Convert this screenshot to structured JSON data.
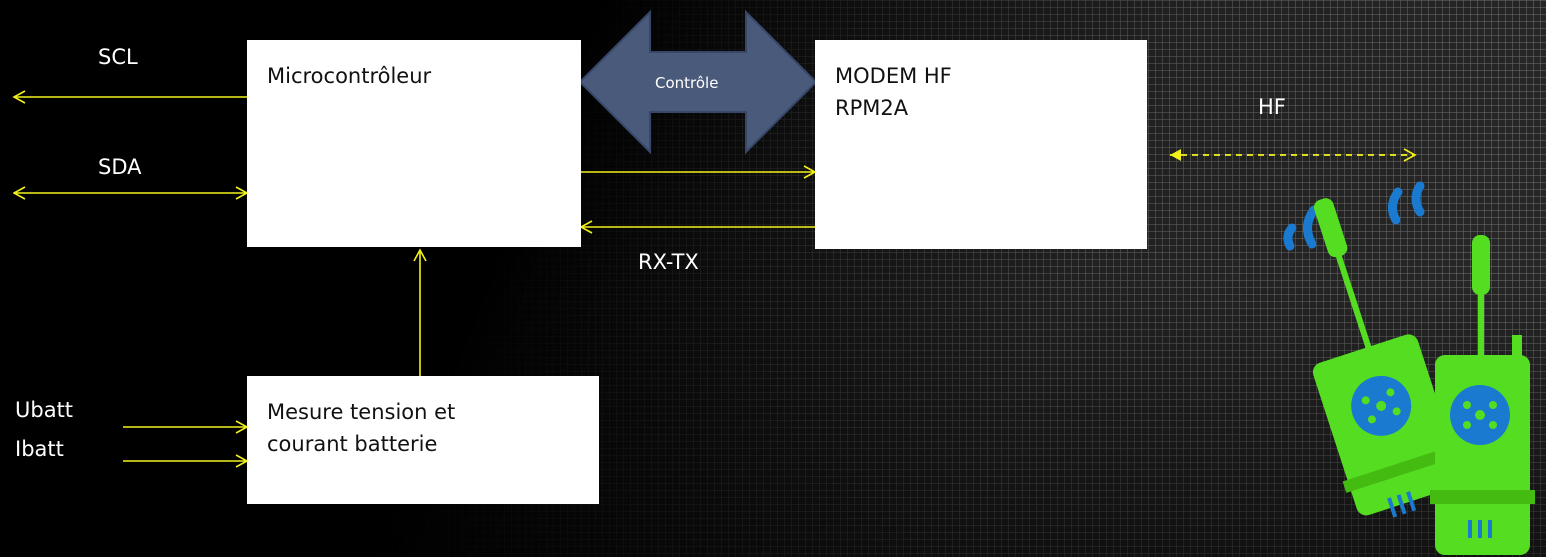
{
  "blocks": {
    "micro": "Microcontrôleur",
    "modem_line1": "MODEM HF",
    "modem_line2": "RPM2A",
    "mesure_line1": "Mesure tension et",
    "mesure_line2": "courant batterie"
  },
  "signals": {
    "scl": "SCL",
    "sda": "SDA",
    "ubatt": "Ubatt",
    "ibatt": "Ibatt",
    "rxtx": "RX-TX",
    "hf": "HF",
    "controle": "Contrôle"
  },
  "colors": {
    "arrow": "#f2f21a",
    "controle_arrow": "#4a5a7a",
    "radio_body": "#55dd22",
    "radio_accent": "#1a7ad0"
  },
  "icons": {
    "radios": "walkie-talkie-icon"
  }
}
